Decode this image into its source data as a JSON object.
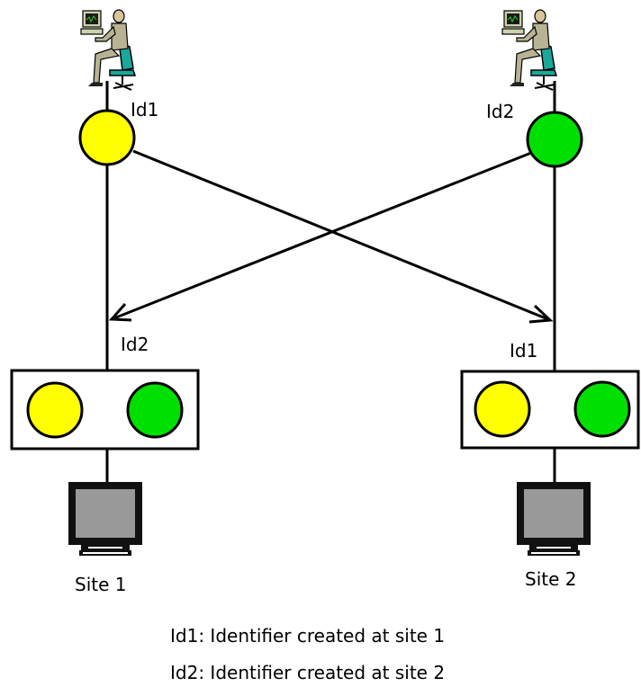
{
  "labels": {
    "user_left_id": "Id1",
    "user_right_id": "Id2",
    "arrow_left_id": "Id2",
    "arrow_right_id": "Id1",
    "site_left": "Site 1",
    "site_right": "Site 2"
  },
  "legend": {
    "line1": "Id1: Identifier created at site 1",
    "line2": "Id2: Identifier created at site 2"
  },
  "colors": {
    "site1_identifier": "#ffff00",
    "site2_identifier": "#00e000",
    "monitor_screen": "#999999",
    "stroke": "#000000"
  }
}
